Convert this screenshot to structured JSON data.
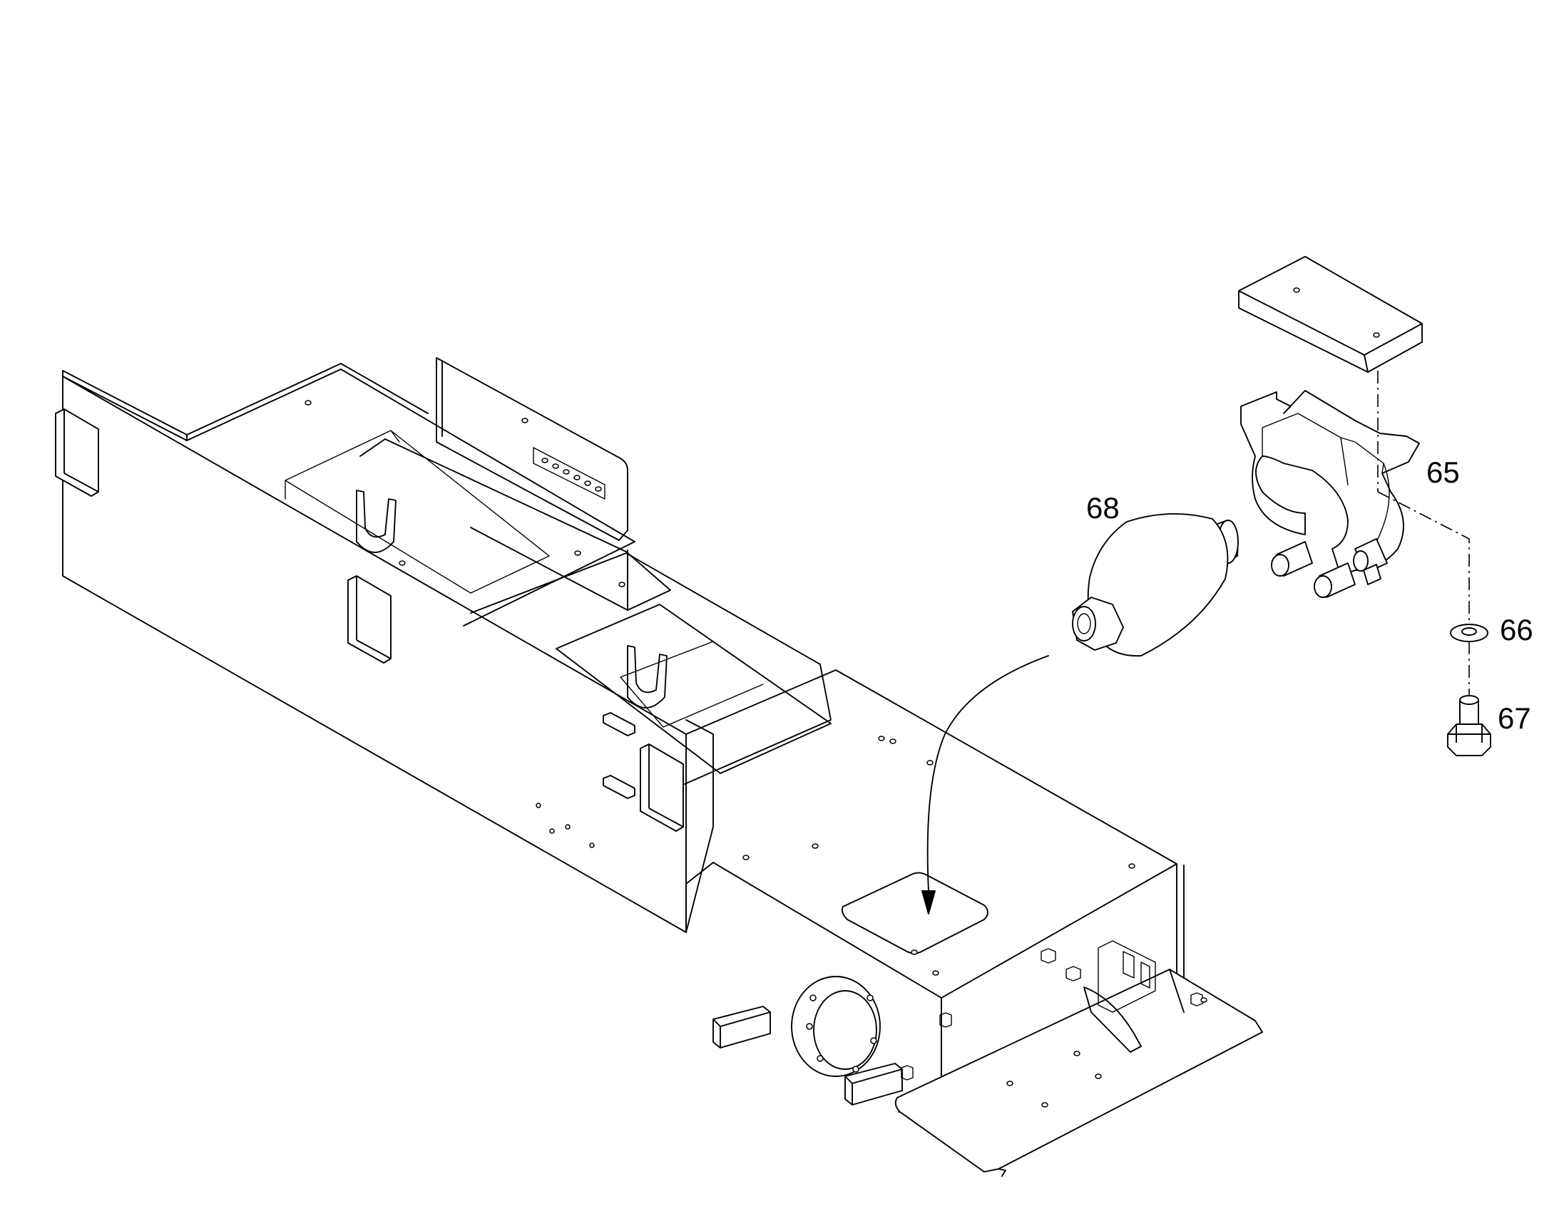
{
  "callouts": {
    "part_65": "65",
    "part_66": "66",
    "part_67": "67",
    "part_68": "68"
  },
  "colors": {
    "line": "#000000",
    "background": "#ffffff"
  }
}
